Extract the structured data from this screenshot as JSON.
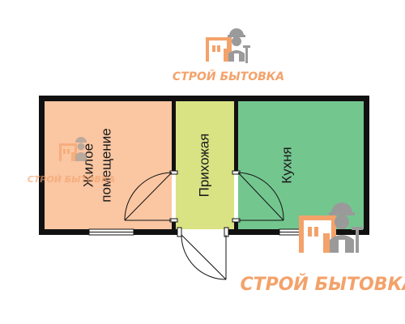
{
  "logo": {
    "text": "СТРОЙ БЫТОВКА",
    "text_color": "#f3a26a",
    "icon_color": "#f3a26a",
    "worker_color": "#9a9a9a"
  },
  "rooms": {
    "living": {
      "line1": "Жилое",
      "line2": "помещение",
      "color": "#fbc6a2"
    },
    "hall": {
      "label": "Прихожая",
      "color": "#d9e384"
    },
    "kitchen": {
      "label": "Кухня",
      "color": "#74c68f"
    }
  },
  "wall_color": "#111111"
}
